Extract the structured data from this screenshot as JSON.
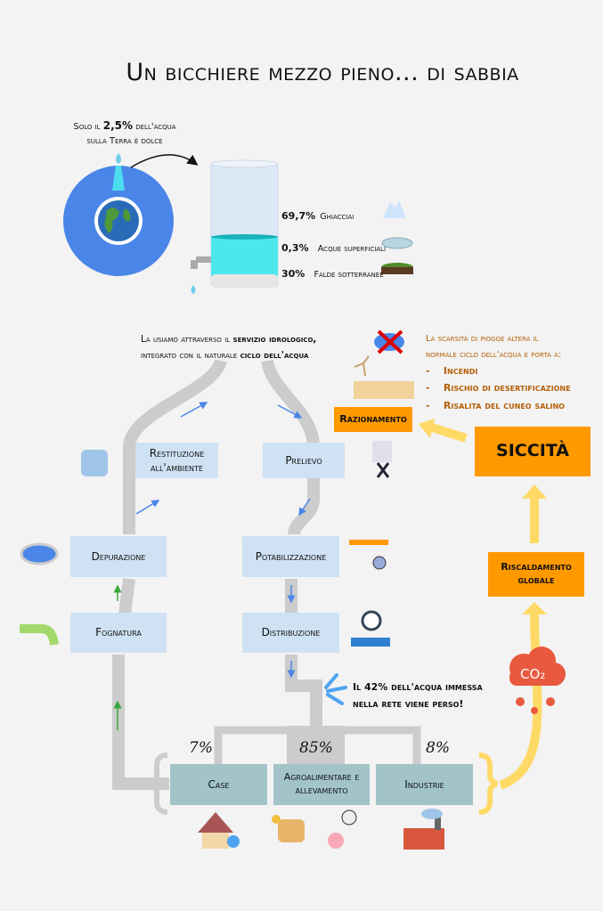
{
  "title": "Un bicchiere mezzo pieno... di sabbia",
  "intro": {
    "prefix": "Solo il ",
    "highlight": "2,5%",
    "suffix": " dell'acqua",
    "line2": "sulla Terra è dolce"
  },
  "freshwater": [
    {
      "percent": "69,7%",
      "label": "Ghiacciai",
      "icon": "iceberg-icon"
    },
    {
      "percent": "0,3%",
      "label": "Acque superficiali",
      "icon": "lake-icon"
    },
    {
      "percent": "30%",
      "label": "Falde sotterranee",
      "icon": "groundwater-icon"
    }
  ],
  "service": {
    "l1a": "La usiamo attraverso il ",
    "l1b": "servizio idrologico,",
    "l2a": "integrato con il naturale ",
    "l2b": "ciclo dell'acqua"
  },
  "drought_text": {
    "line1": "La scarsità di piogge altera il",
    "line2": "normale ciclo dell'acqua e porta a:",
    "items": [
      "Incendi",
      "Rischio di desertificazione",
      "Risalita del cuneo salino"
    ],
    "bullet": "-"
  },
  "cycle": {
    "restituzione": "Restituzione all'ambiente",
    "prelievo": "Prelievo",
    "depurazione": "Depurazione",
    "potabilizzazione": "Potabilizzazione",
    "fognatura": "Fognatura",
    "distribuzione": "Distribuzione"
  },
  "leak": {
    "line1": "Il 42% dell'acqua immessa",
    "line2": "nella rete viene perso!"
  },
  "uses": [
    {
      "percent": "7%",
      "label": "Case"
    },
    {
      "percent": "85%",
      "label": "Agroalimentare e allevamento"
    },
    {
      "percent": "8%",
      "label": "Industrie"
    }
  ],
  "effects": {
    "razionamento": "Razionamento",
    "siccita": "SICCITÀ",
    "riscaldamento": "Riscaldamento globale",
    "co2": "CO₂"
  },
  "colors": {
    "ocean": "#4a86e8",
    "water": "#4de8ee",
    "pipe": "#cccccc",
    "orange": "#ff9900",
    "yellow": "#ffd966",
    "box_blue": "#cfe2f3",
    "box_teal": "#a2c4c9",
    "orange_text": "#b45f06"
  }
}
